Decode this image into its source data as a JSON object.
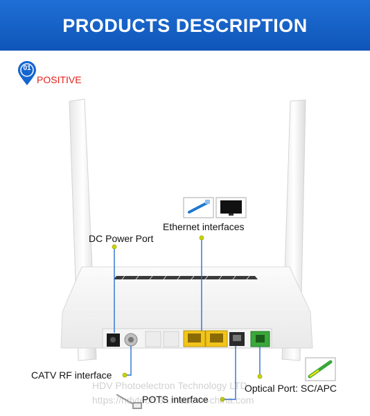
{
  "header": {
    "title": "PRODUCTS DESCRIPTION"
  },
  "section": {
    "number": "01",
    "label": "POSITIVE"
  },
  "callouts": {
    "ethernet": "Ethernet interfaces",
    "dc_power": "DC Power Port",
    "catv": "CATV RF interface",
    "pots": "POTS interface",
    "optical": "Optical Port: SC/APC"
  },
  "watermark": {
    "company": "HDV Photoelectron Technology LTD",
    "url": "https://hdvtech.en.made-in-china.com"
  },
  "colors": {
    "header_blue": "#1565d0",
    "accent_red": "#e3211b",
    "callout_line": "#2a6fd0",
    "callout_dot": "#c9d400",
    "optical_green": "#3aa83a",
    "ethernet_yellow": "#f2c51a"
  }
}
